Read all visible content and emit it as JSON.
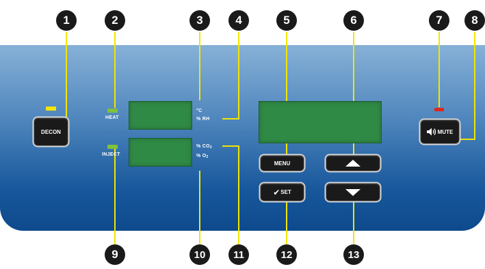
{
  "panel": {
    "colors": {
      "led_decon": "#f2e600",
      "led_heat": "#7ec23f",
      "led_inject": "#7ec23f",
      "led_mute": "#e0261b",
      "display": "#2f8a45",
      "leader_line": "#f2e600"
    },
    "labels": {
      "heat": "HEAT",
      "inject": "INJECT",
      "celsius": "°C",
      "rh": "% RH",
      "co2_main": "% CO",
      "co2_sub": "2",
      "o2_main": "% O",
      "o2_sub": "2"
    },
    "buttons": {
      "decon": "DECON",
      "menu": "MENU",
      "set": "SET",
      "mute": "MUTE",
      "up_icon": "arrow-up-icon",
      "down_icon": "arrow-down-icon",
      "set_icon": "checkmark-icon",
      "mute_icon": "speaker-icon"
    }
  },
  "callouts": [
    "1",
    "2",
    "3",
    "4",
    "5",
    "6",
    "7",
    "8",
    "9",
    "10",
    "11",
    "12",
    "13"
  ]
}
